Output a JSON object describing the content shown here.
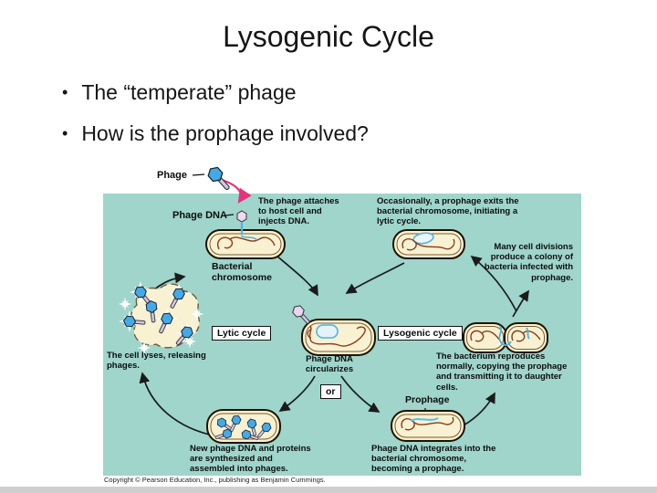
{
  "slide": {
    "title": "Lysogenic Cycle",
    "bullets": [
      "The “temperate” phage",
      "How is the prophage involved?"
    ]
  },
  "diagram": {
    "colors": {
      "background": "#9fd5cb",
      "cell_fill": "#f8f1d2",
      "phage_head_blue": "#45a9e6",
      "phage_tail_lavender": "#cdc6e8",
      "pink_arrow": "#e8317e",
      "chromosome_brown": "#8a3c1a",
      "dna_blue": "#4fb2e8"
    },
    "labels": {
      "phage": "Phage",
      "phage_dna": "Phage DNA",
      "attach": "The phage attaches to host cell and injects DNA.",
      "bacterial_chromosome": "Bacterial chromosome",
      "prophage_exits": "Occasionally, a prophage exits the bacterial chromosome, initiating a lytic cycle.",
      "cell_divisions": "Many cell divisions produce a colony of bacteria infected with prophage.",
      "cell_lyses": "The cell lyses, releasing phages.",
      "lytic_cycle": "Lytic cycle",
      "phage_dna_circularizes": "Phage DNA circularizes",
      "lysogenic_cycle": "Lysogenic cycle",
      "or": "or",
      "bacterium_reproduces": "The bacterium reproduces normally, copying the prophage and transmitting it to daughter cells.",
      "new_phage": "New phage DNA and proteins are synthesized and assembled into phages.",
      "prophage": "Prophage",
      "phage_integrates": "Phage DNA integrates into the bacterial chromosome, becoming a prophage.",
      "copyright": "Copyright © Pearson Education, Inc., publishing as Benjamin Cummings."
    }
  }
}
